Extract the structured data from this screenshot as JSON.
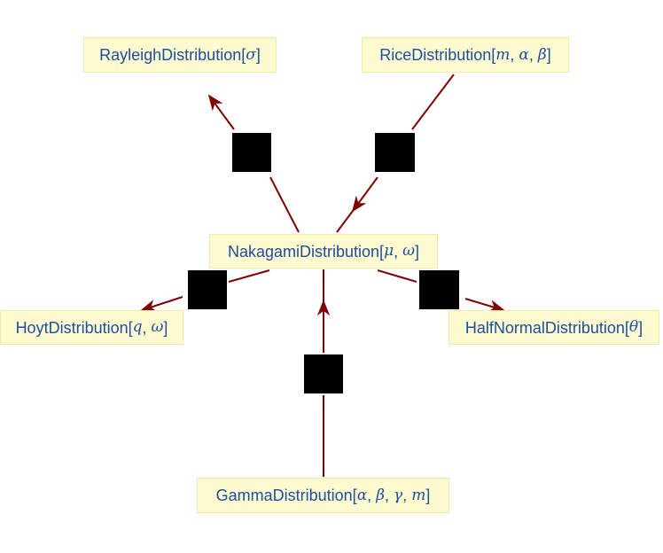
{
  "diagram": {
    "colors": {
      "edge": "#800000",
      "node_bg": "#fffbd0",
      "node_text": "#1d4ea0",
      "marker": "#000000"
    },
    "nodes": {
      "rayleigh": {
        "name": "RayleighDistribution",
        "params": [
          "σ"
        ]
      },
      "rice": {
        "name": "RiceDistribution",
        "params": [
          "m",
          "α",
          "β"
        ]
      },
      "nakagami": {
        "name": "NakagamiDistribution",
        "params": [
          "μ",
          "ω"
        ]
      },
      "hoyt": {
        "name": "HoytDistribution",
        "params": [
          "q",
          "ω"
        ]
      },
      "halfnormal": {
        "name": "HalfNormalDistribution",
        "params": [
          "θ"
        ]
      },
      "gamma": {
        "name": "GammaDistribution",
        "params": [
          "α",
          "β",
          "γ",
          "m"
        ]
      }
    },
    "edges": [
      {
        "from": "nakagami",
        "to": "rayleigh"
      },
      {
        "from": "rice",
        "to": "nakagami"
      },
      {
        "from": "nakagami",
        "to": "hoyt"
      },
      {
        "from": "nakagami",
        "to": "halfnormal"
      },
      {
        "from": "gamma",
        "to": "nakagami"
      }
    ]
  }
}
